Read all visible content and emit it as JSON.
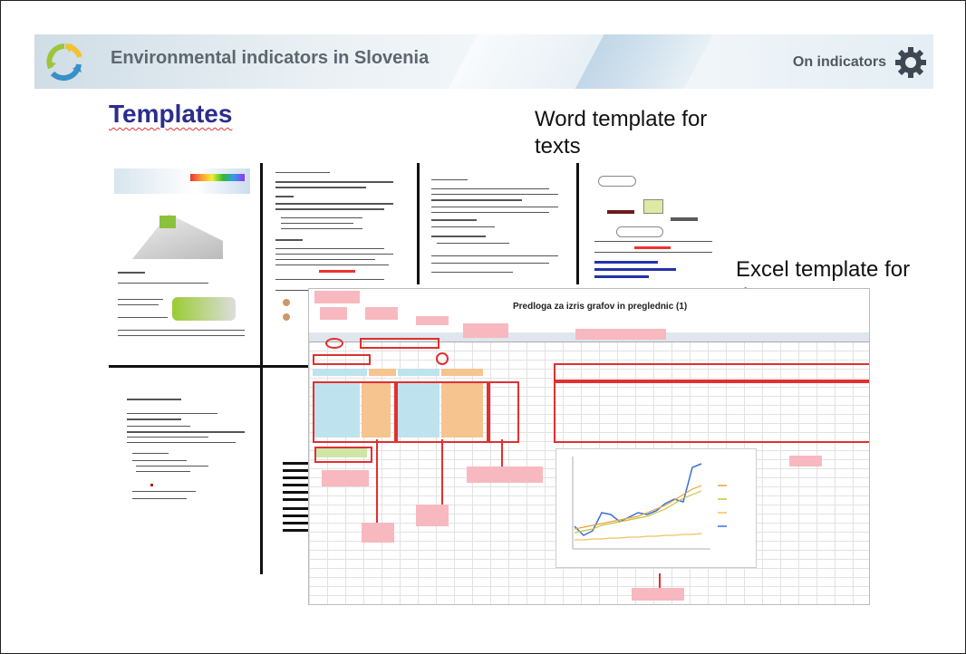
{
  "header": {
    "title": "Environmental indicators in Slovenia",
    "on_indicators_label": "On indicators",
    "logo_icon": "recycle-arrows-logo",
    "settings_icon": "gear-icon"
  },
  "slide": {
    "heading": "Templates",
    "word_template_label": "Word template for texts",
    "excel_template_label": "Excel template for data"
  },
  "excel": {
    "title": "Predloga za izris grafov in preglednic (1)"
  },
  "colors": {
    "heading": "#2b2d8c",
    "annotation_red": "#e03030",
    "annotation_pink": "#f7b9bf"
  }
}
